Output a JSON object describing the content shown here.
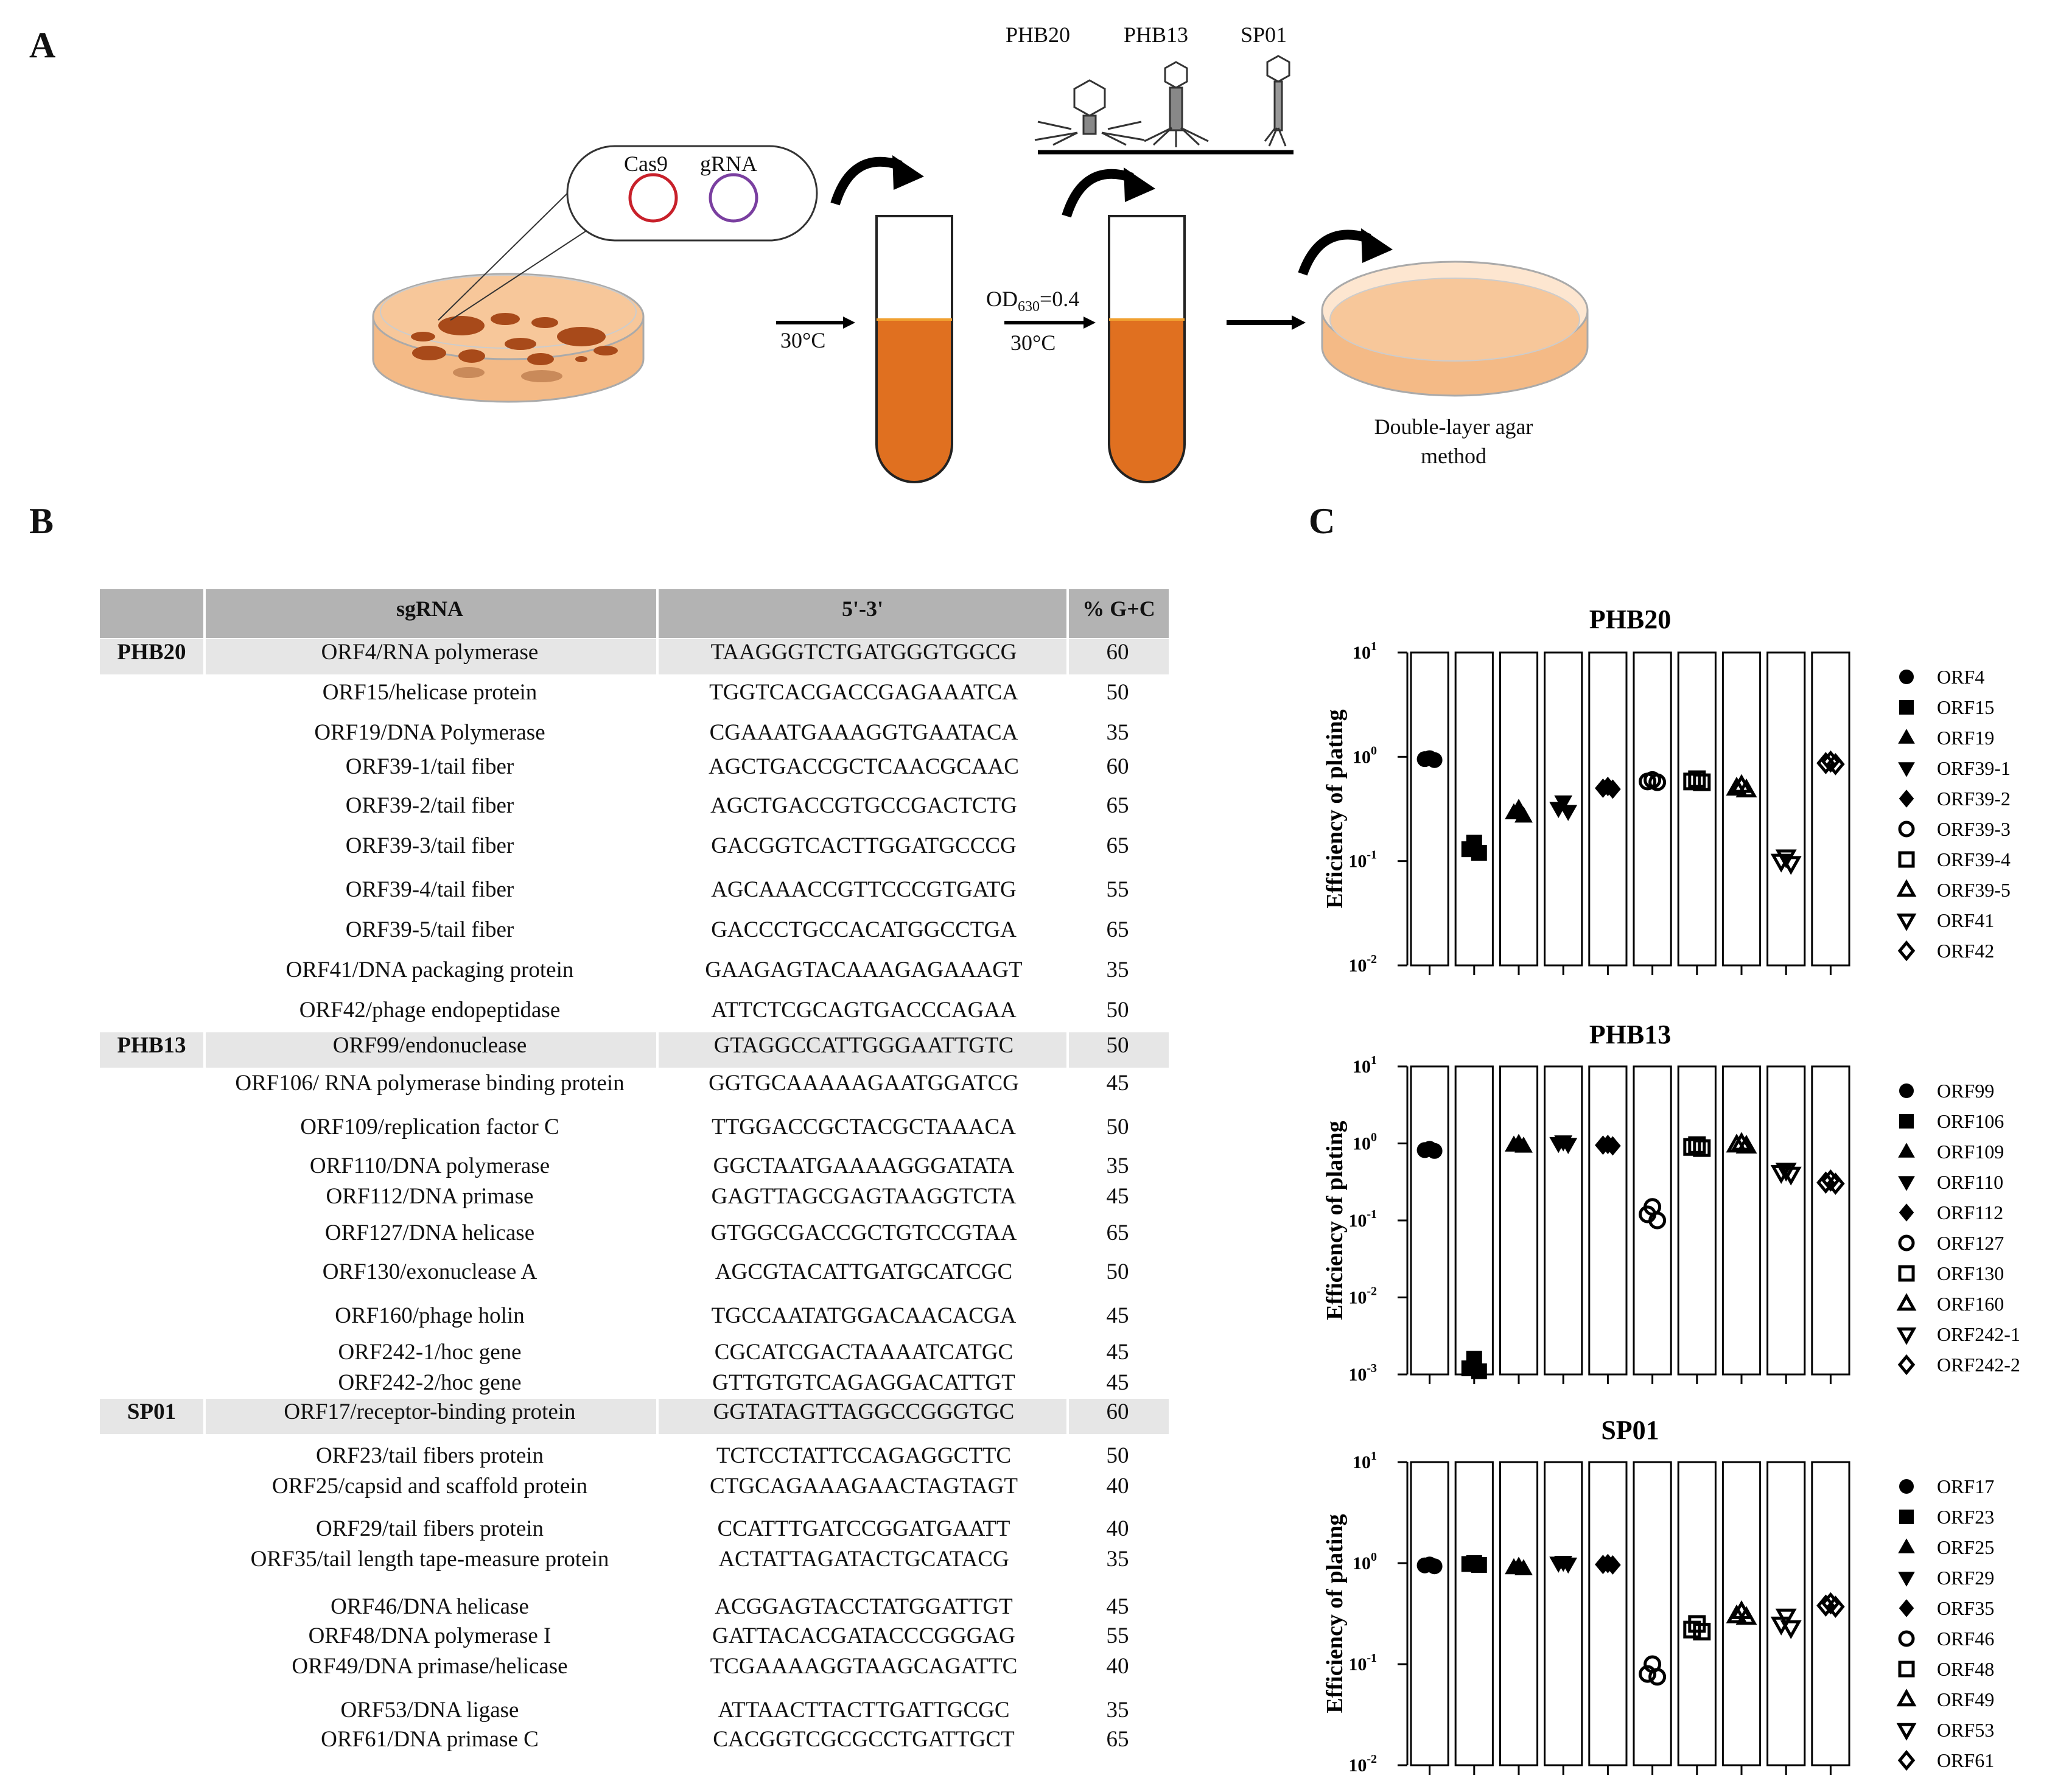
{
  "panels": {
    "a": "A",
    "b": "B",
    "c": "C"
  },
  "schematic": {
    "plasmids": [
      "Cas9",
      "gRNA"
    ],
    "phages": [
      "PHB20",
      "PHB13",
      "SP01"
    ],
    "temp1": "30°C",
    "od_main": "OD",
    "od_sub": "630",
    "od_value": "=0.4",
    "temp2": "30°C",
    "final_line1": "Double-layer agar",
    "final_line2": "method",
    "colors": {
      "cas9": "#c8202a",
      "grna": "#7a3fa0",
      "culture": "#e07020",
      "plate": "#f7c79a"
    }
  },
  "table": {
    "headers": [
      "",
      "sgRNA",
      "5'-3'",
      "% G+C"
    ],
    "rows": [
      {
        "group": "PHB20",
        "gene": "ORF4/RNA polymerase",
        "seq": "TAAGGGTCTGATGGGTGGCG",
        "gc": "60"
      },
      {
        "group": "",
        "gene": "ORF15/helicase protein",
        "seq": "TGGTCACGACCGAGAAATCA",
        "gc": "50"
      },
      {
        "group": "",
        "gene": "ORF19/DNA Polymerase",
        "seq": "CGAAATGAAAGGTGAATACA",
        "gc": "35"
      },
      {
        "group": "",
        "gene": "ORF39-1/tail fiber",
        "seq": "AGCTGACCGCTCAACGCAAC",
        "gc": "60"
      },
      {
        "group": "",
        "gene": "ORF39-2/tail fiber",
        "seq": "AGCTGACCGTGCCGACTCTG",
        "gc": "65"
      },
      {
        "group": "",
        "gene": "ORF39-3/tail fiber",
        "seq": "GACGGTCACTTGGATGCCCG",
        "gc": "65"
      },
      {
        "group": "",
        "gene": "ORF39-4/tail fiber",
        "seq": "AGCAAACCGTTCCCGTGATG",
        "gc": "55"
      },
      {
        "group": "",
        "gene": "ORF39-5/tail fiber",
        "seq": "GACCCTGCCACATGGCCTGA",
        "gc": "65"
      },
      {
        "group": "",
        "gene": "ORF41/DNA packaging protein",
        "seq": "GAAGAGTACAAAGAGAAAGT",
        "gc": "35"
      },
      {
        "group": "",
        "gene": "ORF42/phage endopeptidase",
        "seq": "ATTCTCGCAGTGACCCAGAA",
        "gc": "50"
      },
      {
        "group": "PHB13",
        "gene": "ORF99/endonuclease",
        "seq": "GTAGGCCATTGGGAATTGTC",
        "gc": "50"
      },
      {
        "group": "",
        "gene": "ORF106/ RNA polymerase binding protein",
        "seq": "GGTGCAAAAAGAATGGATCG",
        "gc": "45"
      },
      {
        "group": "",
        "gene": "ORF109/replication factor C",
        "seq": "TTGGACCGCTACGCTAAACA",
        "gc": "50"
      },
      {
        "group": "",
        "gene": "ORF110/DNA polymerase",
        "seq": "GGCTAATGAAAAGGGATATA",
        "gc": "35"
      },
      {
        "group": "",
        "gene": "ORF112/DNA primase",
        "seq": "GAGTTAGCGAGTAAGGTCTA",
        "gc": "45"
      },
      {
        "group": "",
        "gene": "ORF127/DNA helicase",
        "seq": "GTGGCGACCGCTGTCCGTAA",
        "gc": "65"
      },
      {
        "group": "",
        "gene": "ORF130/exonuclease A",
        "seq": "AGCGTACATTGATGCATCGC",
        "gc": "50"
      },
      {
        "group": "",
        "gene": "ORF160/phage holin",
        "seq": "TGCCAATATGGACAACACGA",
        "gc": "45"
      },
      {
        "group": "",
        "gene": "ORF242-1/hoc gene",
        "seq": "CGCATCGACTAAAATCATGC",
        "gc": "45"
      },
      {
        "group": "",
        "gene": "ORF242-2/hoc gene",
        "seq": "GTTGTGTCAGAGGACATTGT",
        "gc": "45"
      },
      {
        "group": "SP01",
        "gene": "ORF17/receptor-binding protein",
        "seq": "GGTATAGTTAGGCCGGGTGC",
        "gc": "60"
      },
      {
        "group": "",
        "gene": "ORF23/tail fibers protein",
        "seq": "TCTCCTATTCCAGAGGCTTC",
        "gc": "50"
      },
      {
        "group": "",
        "gene": "ORF25/capsid and scaffold protein",
        "seq": "CTGCAGAAAGAACTAGTAGT",
        "gc": "40"
      },
      {
        "group": "",
        "gene": "ORF29/tail fibers protein",
        "seq": "CCATTTGATCCGGATGAATT",
        "gc": "40"
      },
      {
        "group": "",
        "gene": "ORF35/tail length tape-measure protein",
        "seq": "ACTATTAGATACTGCATACG",
        "gc": "35"
      },
      {
        "group": "",
        "gene": "ORF46/DNA helicase",
        "seq": "ACGGAGTACCTATGGATTGT",
        "gc": "45"
      },
      {
        "group": "",
        "gene": "ORF48/DNA polymerase I",
        "seq": "GATTACACGATACCCGGGAG",
        "gc": "55"
      },
      {
        "group": "",
        "gene": "ORF49/DNA primase/helicase",
        "seq": "TCGAAAAGGTAAGCAGATTC",
        "gc": "40"
      },
      {
        "group": "",
        "gene": "ORF53/DNA ligase",
        "seq": "ATTAACTTACTTGATTGCGC",
        "gc": "35"
      },
      {
        "group": "",
        "gene": "ORF61/DNA primase C",
        "seq": "CACGGTCGCGCCTGATTGCT",
        "gc": "65"
      }
    ]
  },
  "chart_data": [
    {
      "type": "scatter",
      "title": "PHB20",
      "ylabel": "Efficiency of plating",
      "yscale": "log",
      "ylim": [
        0.01,
        10
      ],
      "yticks": [
        "10",
        "10",
        "10",
        "10"
      ],
      "ytick_exps": [
        "1",
        "0",
        "-1",
        "-2"
      ],
      "categories": [
        "ORF4",
        "ORF15",
        "ORF19",
        "ORF39-1",
        "ORF39-2",
        "ORF39-3",
        "ORF39-4",
        "ORF39-5",
        "ORF41",
        "ORF42"
      ],
      "markers": [
        "circle",
        "square",
        "triangle-up",
        "triangle-down",
        "diamond",
        "circle-open",
        "square-open",
        "triangle-up-open",
        "triangle-down-open",
        "diamond-open"
      ],
      "values": [
        [
          0.95,
          0.97,
          0.93
        ],
        [
          0.13,
          0.15,
          0.12
        ],
        [
          0.29,
          0.32,
          0.27
        ],
        [
          0.32,
          0.37,
          0.3
        ],
        [
          0.5,
          0.52,
          0.49
        ],
        [
          0.58,
          0.6,
          0.57
        ],
        [
          0.58,
          0.61,
          0.57
        ],
        [
          0.5,
          0.53,
          0.48
        ],
        [
          0.1,
          0.11,
          0.095
        ],
        [
          0.87,
          0.9,
          0.85
        ]
      ],
      "legend": [
        "ORF4",
        "ORF15",
        "ORF19",
        "ORF39-1",
        "ORF39-2",
        "ORF39-3",
        "ORF39-4",
        "ORF39-5",
        "ORF41",
        "ORF42"
      ]
    },
    {
      "type": "scatter",
      "title": "PHB13",
      "ylabel": "Efficiency of plating",
      "yscale": "log",
      "ylim": [
        0.001,
        10
      ],
      "yticks": [
        "10",
        "10",
        "10",
        "10",
        "10"
      ],
      "ytick_exps": [
        "1",
        "0",
        "-1",
        "-2",
        "-3"
      ],
      "categories": [
        "ORF99",
        "ORF106",
        "ORF109",
        "ORF110",
        "ORF112",
        "ORF127",
        "ORF130",
        "ORF160",
        "ORF242-1",
        "ORF242-2"
      ],
      "markers": [
        "circle",
        "square",
        "triangle-up",
        "triangle-down",
        "diamond",
        "circle-open",
        "square-open",
        "triangle-up-open",
        "triangle-down-open",
        "diamond-open"
      ],
      "values": [
        [
          0.82,
          0.85,
          0.8
        ],
        [
          0.0012,
          0.0016,
          0.0011
        ],
        [
          0.95,
          1.0,
          0.92
        ],
        [
          1.0,
          1.05,
          0.97
        ],
        [
          0.95,
          0.97,
          0.93
        ],
        [
          0.12,
          0.15,
          0.1
        ],
        [
          0.9,
          0.95,
          0.87
        ],
        [
          0.95,
          1.0,
          0.92
        ],
        [
          0.42,
          0.45,
          0.4
        ],
        [
          0.31,
          0.33,
          0.3
        ]
      ],
      "legend": [
        "ORF99",
        "ORF106",
        "ORF109",
        "ORF110",
        "ORF112",
        "ORF127",
        "ORF130",
        "ORF160",
        "ORF242-1",
        "ORF242-2"
      ]
    },
    {
      "type": "scatter",
      "title": "SP01",
      "ylabel": "Efficiency of plating",
      "yscale": "log",
      "ylim": [
        0.01,
        10
      ],
      "yticks": [
        "10",
        "10",
        "10",
        "10"
      ],
      "ytick_exps": [
        "1",
        "0",
        "-1",
        "-2"
      ],
      "categories": [
        "ORF17",
        "ORF23",
        "ORF25",
        "ORF29",
        "ORF35",
        "ORF46",
        "ORF48",
        "ORF49",
        "ORF53",
        "ORF61"
      ],
      "markers": [
        "circle",
        "square",
        "triangle-up",
        "triangle-down",
        "diamond",
        "circle-open",
        "square-open",
        "triangle-up-open",
        "triangle-down-open",
        "diamond-open"
      ],
      "values": [
        [
          0.95,
          0.97,
          0.93
        ],
        [
          0.98,
          1.0,
          0.96
        ],
        [
          0.9,
          0.93,
          0.88
        ],
        [
          1.0,
          1.02,
          0.98
        ],
        [
          0.97,
          0.99,
          0.96
        ],
        [
          0.08,
          0.1,
          0.075
        ],
        [
          0.22,
          0.25,
          0.21
        ],
        [
          0.3,
          0.33,
          0.29
        ],
        [
          0.25,
          0.3,
          0.23
        ],
        [
          0.38,
          0.4,
          0.37
        ]
      ],
      "legend": [
        "ORF17",
        "ORF23",
        "ORF25",
        "ORF29",
        "ORF35",
        "ORF46",
        "ORF48",
        "ORF49",
        "ORF53",
        "ORF61"
      ]
    }
  ]
}
